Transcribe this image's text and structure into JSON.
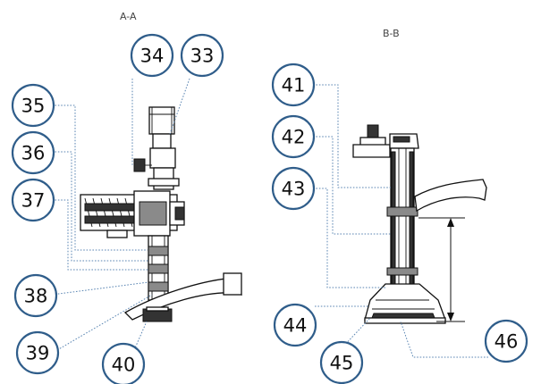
{
  "sections": {
    "a": {
      "title": "A-A"
    },
    "b": {
      "title": "B-B"
    }
  },
  "callouts": [
    {
      "num": "33"
    },
    {
      "num": "34"
    },
    {
      "num": "35"
    },
    {
      "num": "36"
    },
    {
      "num": "37"
    },
    {
      "num": "38"
    },
    {
      "num": "39"
    },
    {
      "num": "40"
    },
    {
      "num": "41"
    },
    {
      "num": "42"
    },
    {
      "num": "43"
    },
    {
      "num": "44"
    },
    {
      "num": "45"
    },
    {
      "num": "46"
    }
  ]
}
